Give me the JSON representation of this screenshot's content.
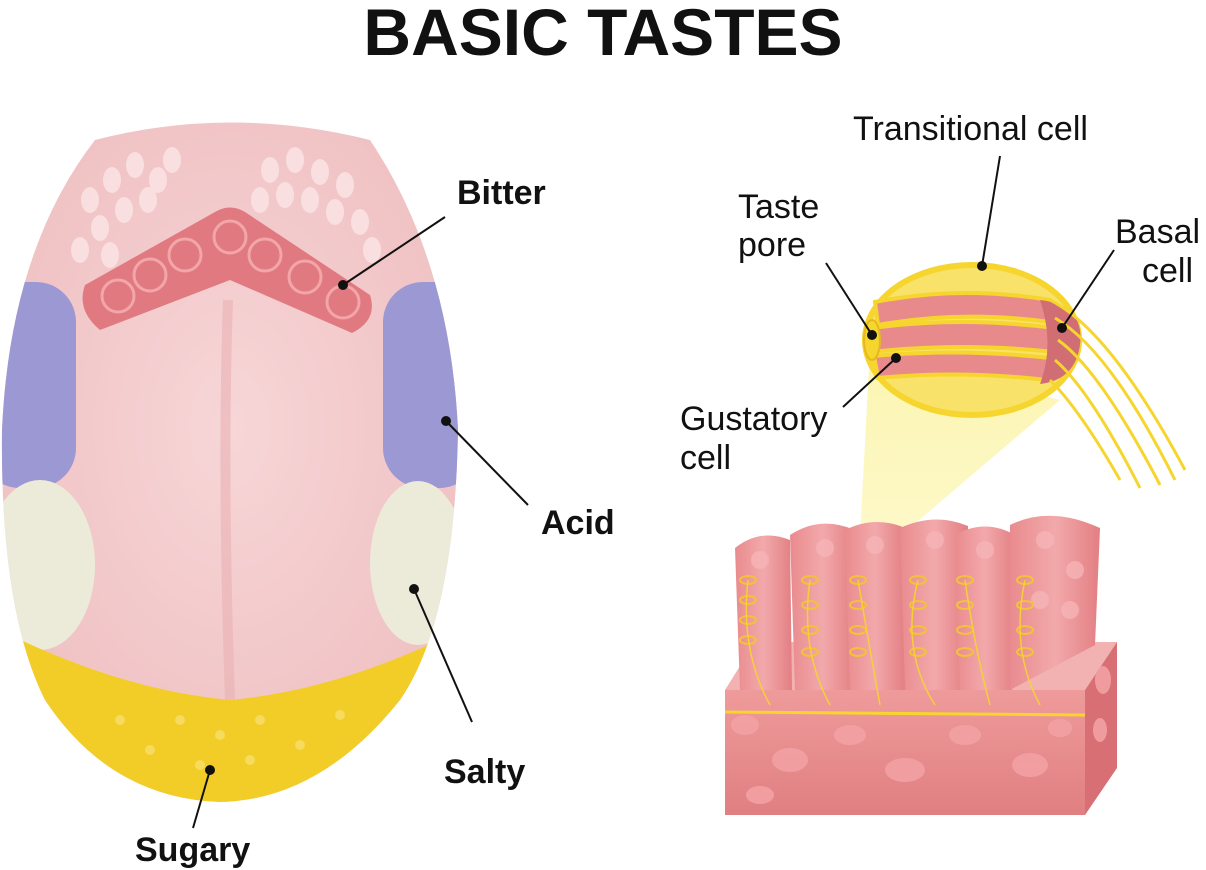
{
  "title": "BASIC TASTES",
  "tongue": {
    "bitter": "Bitter",
    "acid": "Acid",
    "salty": "Salty",
    "sugary": "Sugary"
  },
  "taste_bud": {
    "transitional_cell": "Transitional cell",
    "taste_pore_line1": "Taste",
    "taste_pore_line2": "pore",
    "basal_cell_line1": "Basal",
    "basal_cell_line2": "cell",
    "gustatory_cell_line1": "Gustatory",
    "gustatory_cell_line2": "cell"
  },
  "colors": {
    "tongue_pink": "#f3c4c6",
    "bitter_zone": "#e07a80",
    "acid_zone": "#9b98d4",
    "salty_zone": "#ecebd9",
    "sugary_zone": "#f2cd28",
    "cell_yellow": "#f6d52e",
    "tissue_pink": "#e88a8c"
  }
}
